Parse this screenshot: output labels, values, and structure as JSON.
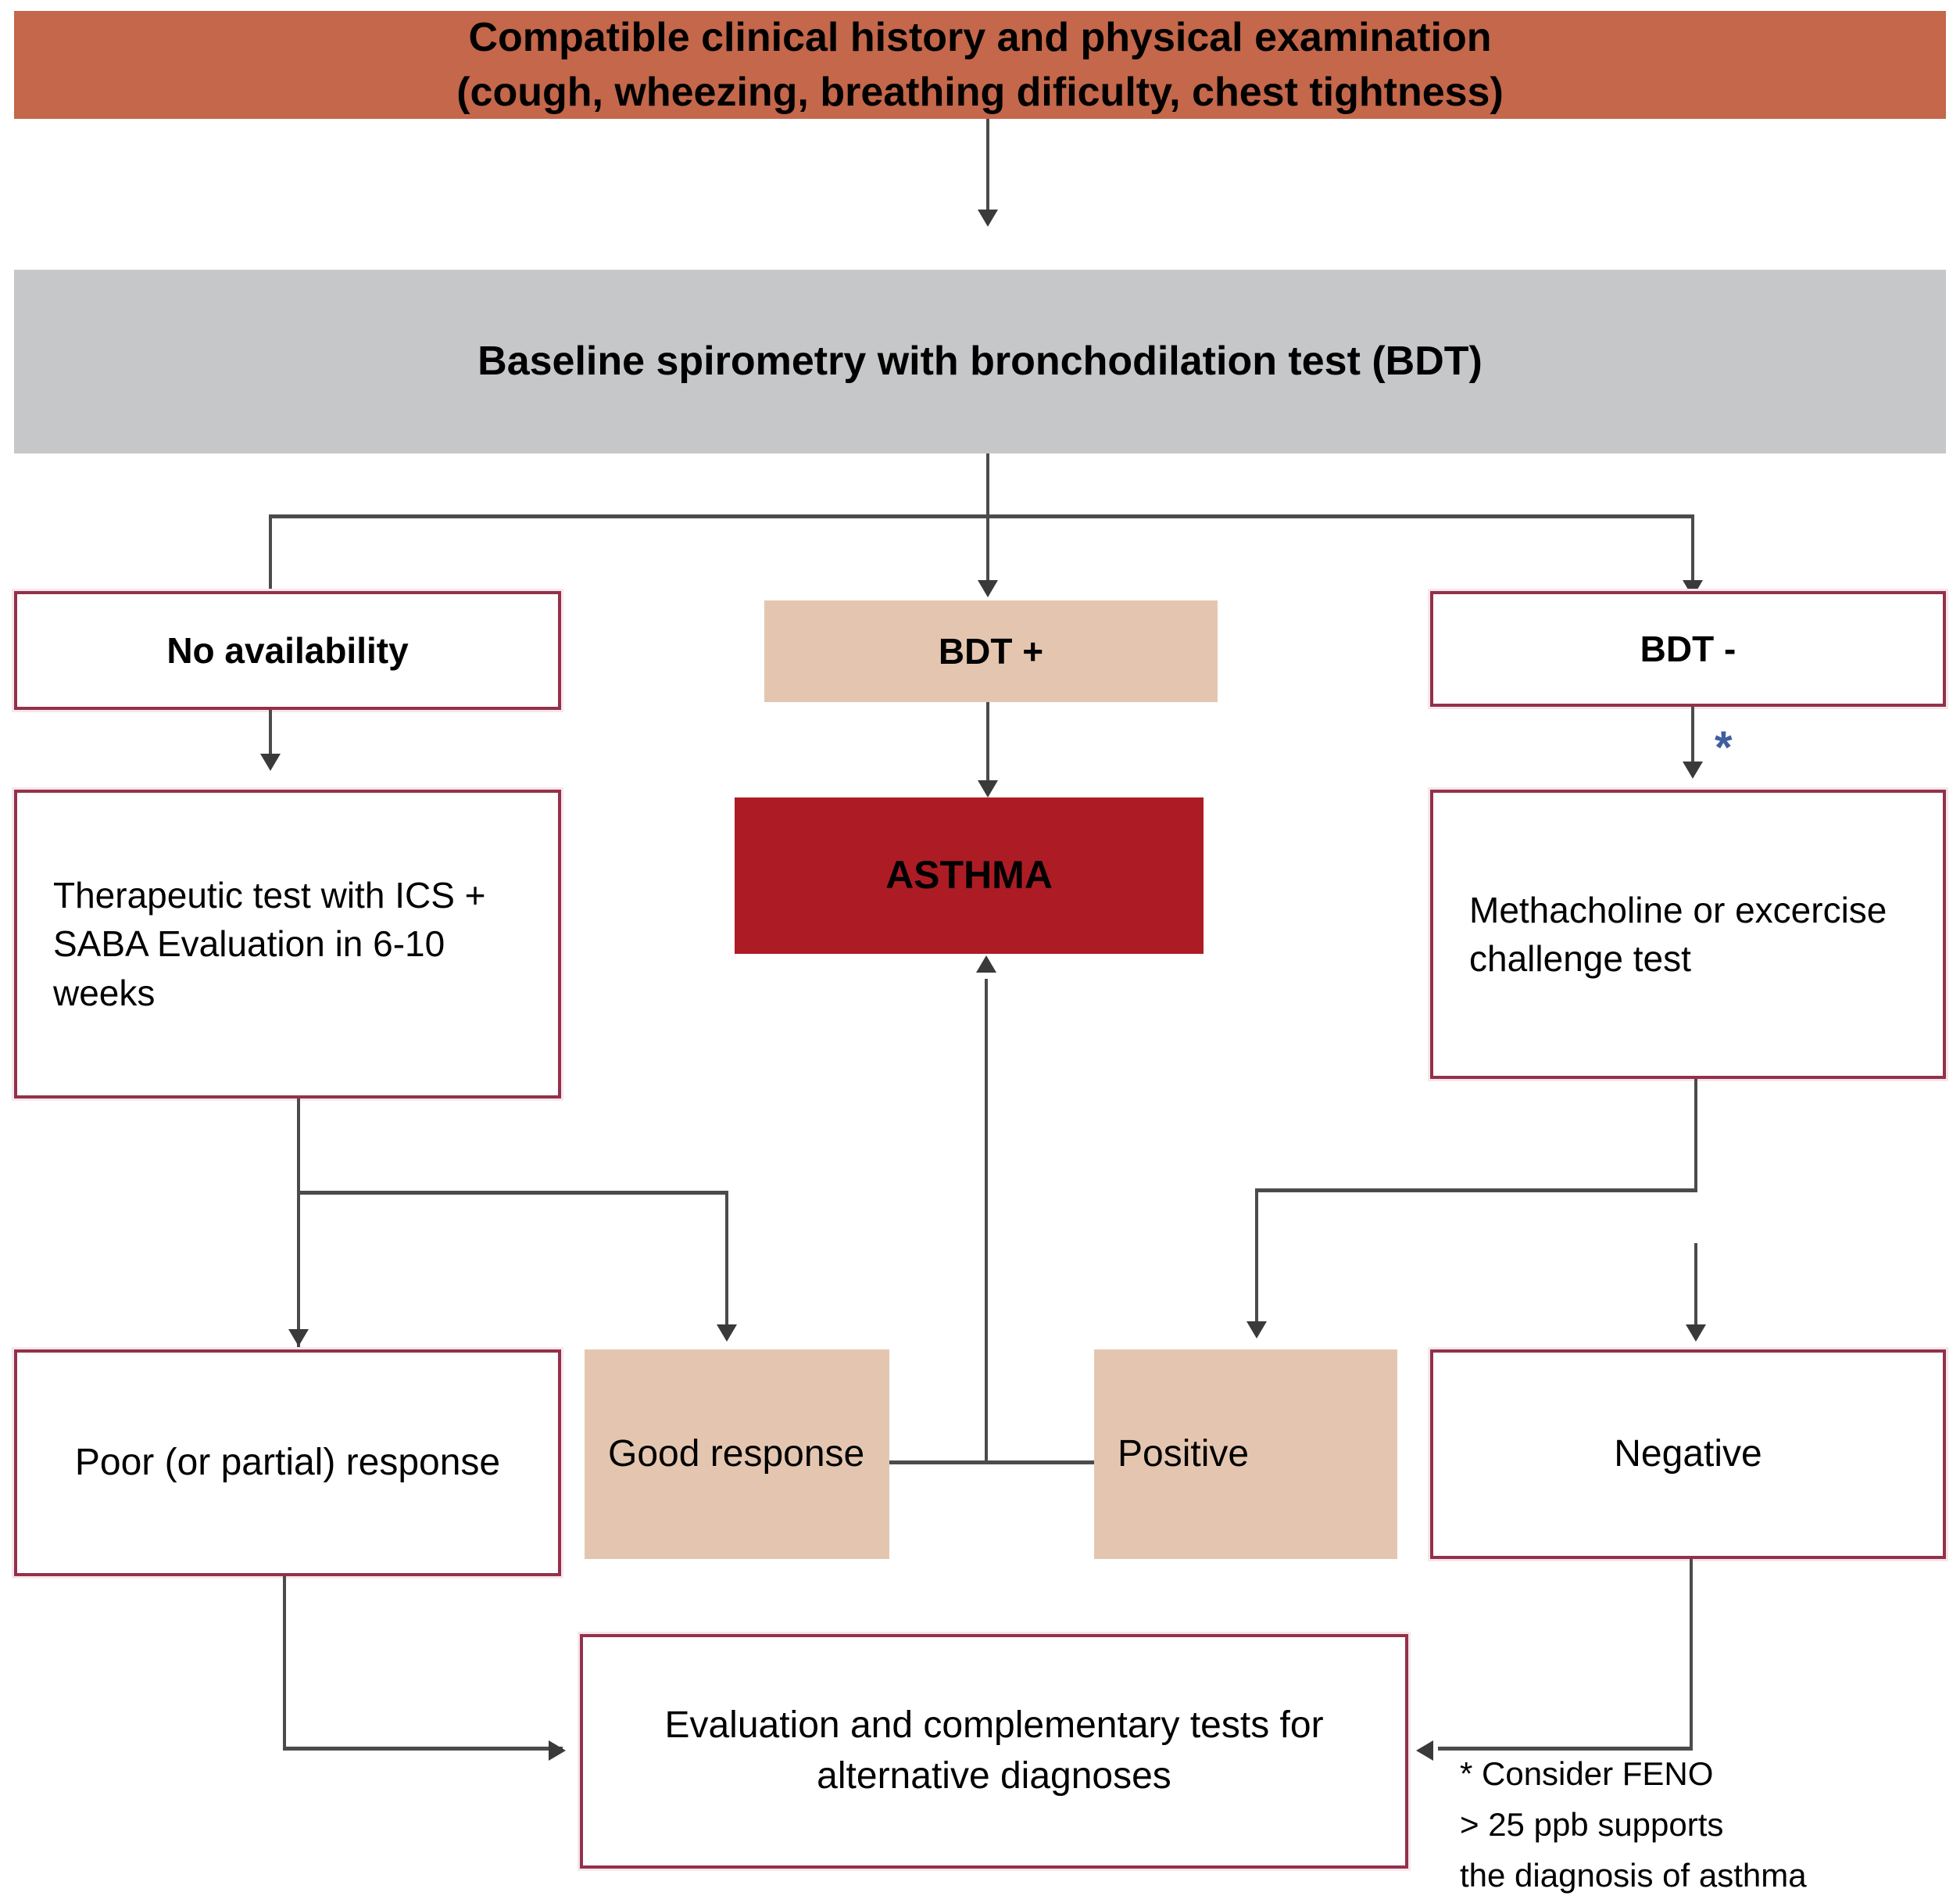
{
  "diagram": {
    "title": "Asthma diagnosis algorithm flowchart",
    "colors": {
      "header_band": "#c4674a",
      "secondary_band": "#c6c7c9",
      "box_border": "#93314a",
      "tan_fill": "#e4c6b0",
      "result_red": "#ad1c24",
      "connector": "#4b4b4b",
      "asterisk_blue": "#3f5f9e"
    },
    "nodes": {
      "clinical_history": {
        "line1": "Compatible clinical history and physical examination",
        "line2": "(cough, wheezing, breathing dificulty, chest tightness)"
      },
      "spirometry": "Baseline spirometry with bronchodilation test (BDT)",
      "no_availability": "No availability",
      "bdt_positive": "BDT +",
      "bdt_negative": "BDT -",
      "therapeutic_test": "Therapeutic test with ICS + SABA Evaluation in 6-10 weeks",
      "asthma": "ASTHMA",
      "challenge_test": "Methacholine or excercise challenge test",
      "poor_response": "Poor (or partial) response",
      "good_response": "Good response",
      "positive": "Positive",
      "negative": "Negative",
      "alternative_diagnoses": "Evaluation and complementary tests for alternative diagnoses"
    },
    "footnote": {
      "marker": "*",
      "text": "* Consider FENO\n> 25 ppb supports\nthe diagnosis of asthma"
    }
  }
}
